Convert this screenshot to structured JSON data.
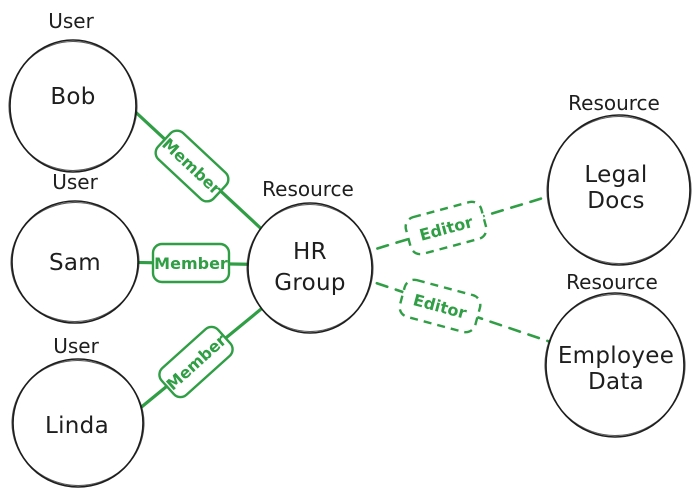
{
  "diagram": {
    "background": "#ffffff",
    "accent_green": "#2f9e44",
    "ink": "#1e1e1e"
  },
  "nodes": {
    "bob": {
      "type_label": "User",
      "name": "Bob"
    },
    "sam": {
      "type_label": "User",
      "name": "Sam"
    },
    "linda": {
      "type_label": "User",
      "name": "Linda"
    },
    "hr_group": {
      "type_label": "Resource",
      "name_line1": "HR",
      "name_line2": "Group"
    },
    "legal_docs": {
      "type_label": "Resource",
      "name_line1": "Legal",
      "name_line2": "Docs"
    },
    "employee_data": {
      "type_label": "Resource",
      "name_line1": "Employee",
      "name_line2": "Data"
    }
  },
  "edges": {
    "bob_hr": {
      "label": "Member",
      "style": "solid"
    },
    "sam_hr": {
      "label": "Member",
      "style": "solid"
    },
    "linda_hr": {
      "label": "Member",
      "style": "solid"
    },
    "hr_legal": {
      "label": "Editor",
      "style": "dashed"
    },
    "hr_employee": {
      "label": "Editor",
      "style": "dashed"
    }
  }
}
